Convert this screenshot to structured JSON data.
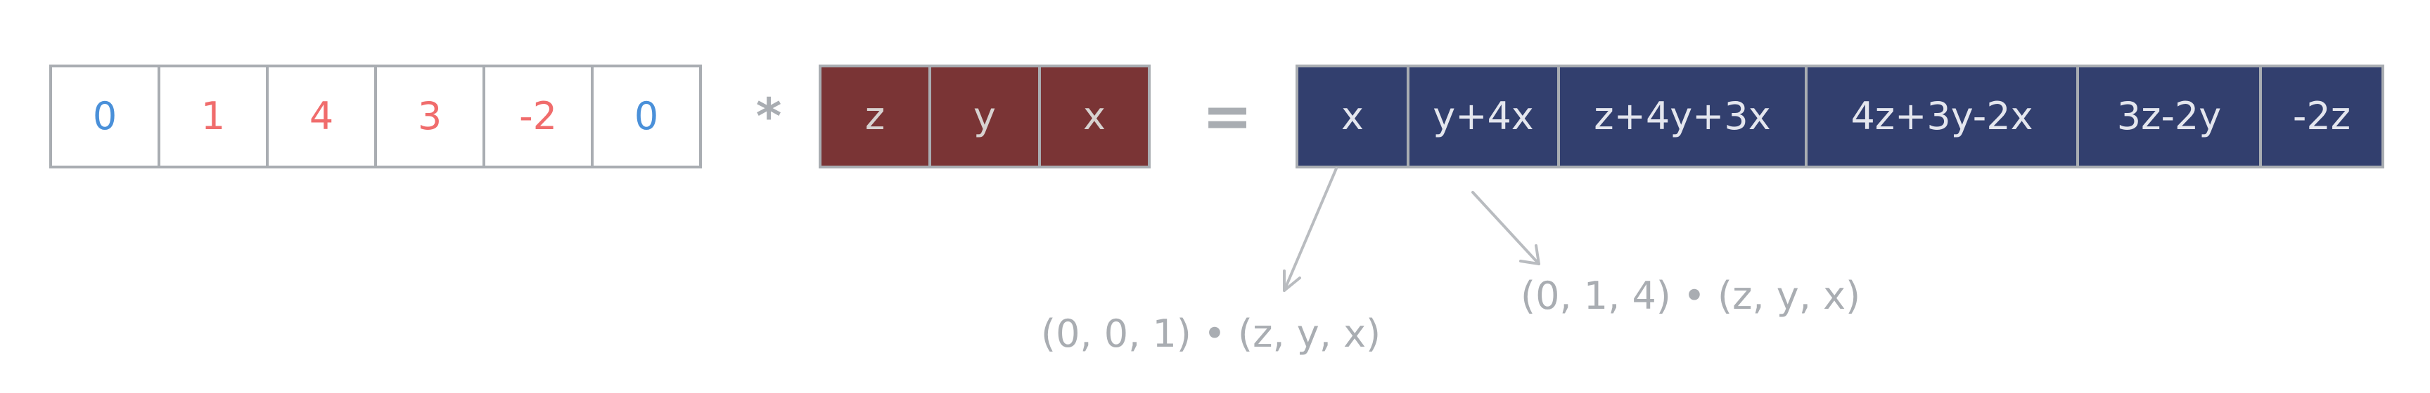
{
  "input": {
    "values": [
      "0",
      "1",
      "4",
      "3",
      "-2",
      "0"
    ],
    "colors": [
      "#4a90d9",
      "#f06c6c",
      "#f06c6c",
      "#f06c6c",
      "#f06c6c",
      "#4a90d9"
    ]
  },
  "operator_conv": "*",
  "kernel": {
    "values": [
      "z",
      "y",
      "x"
    ]
  },
  "operator_eq": "=",
  "output": {
    "values": [
      "x",
      "y+4x",
      "z+4y+3x",
      "4z+3y-2x",
      "3z-2y",
      "-2z"
    ]
  },
  "annotations": [
    {
      "text": "(0, 0, 1) • (z, y, x)"
    },
    {
      "text": "(0, 1, 4) • (z, y, x)"
    }
  ],
  "colors": {
    "border": "#a9adb2",
    "kernel_fill": "#7a3435",
    "output_fill": "#323f6e",
    "zero_text": "#4a90d9",
    "nonzero_text": "#f06c6c"
  }
}
